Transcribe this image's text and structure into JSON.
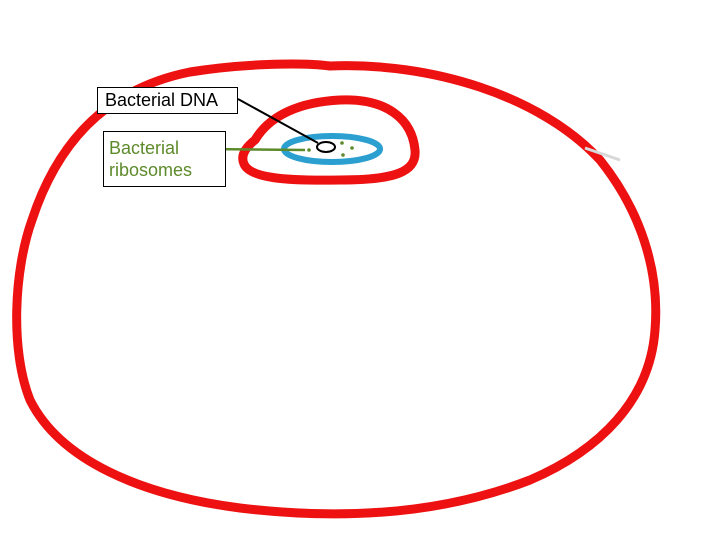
{
  "labels": {
    "dna": "Bacterial DNA",
    "ribosomes_line1": "Bacterial",
    "ribosomes_line2": "ribosomes"
  },
  "colors": {
    "cell_outline": "#ee1111",
    "bacterium_wall": "#ee1111",
    "bacterium_membrane": "#2a9fd0",
    "dna": "#000000",
    "ribosomes": "#5d8a2a",
    "dna_label_text": "#000000",
    "ribosomes_label_text": "#5d8a2a"
  }
}
